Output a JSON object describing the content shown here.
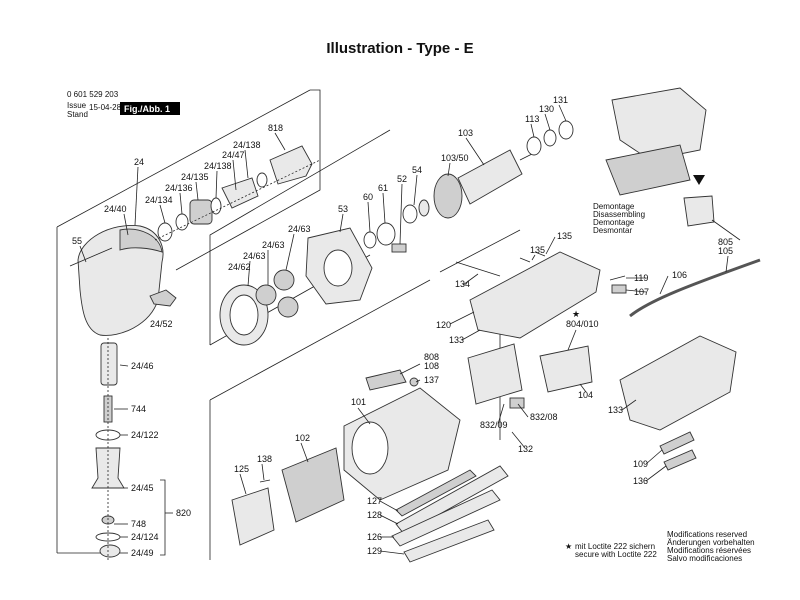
{
  "title": "Illustration - Type - E",
  "header": {
    "part_number": "0 601 529 203",
    "issue_label": "Issue",
    "stand_label": "Stand",
    "date": "15-04-28",
    "fig_label": "Fig./Abb. 1"
  },
  "demontage": [
    "Demontage",
    "Disassembling",
    "Demontage",
    "Desmontar"
  ],
  "footnote": [
    "mit Loctite 222 sichern",
    "secure with Loctite 222"
  ],
  "modifications": [
    "Modifications reserved",
    "Änderungen vorbehalten",
    "Modifications réservées",
    "Salvo modificaciones"
  ],
  "labels": {
    "p818": "818",
    "p24_138a": "24/138",
    "p24_47": "24/47",
    "p24_138b": "24/138",
    "p24_135": "24/135",
    "p24_136": "24/136",
    "p24_134": "24/134",
    "p24": "24",
    "p24_40": "24/40",
    "p55": "55",
    "p24_52": "24/52",
    "p24_46": "24/46",
    "p744": "744",
    "p24_122": "24/122",
    "p24_45": "24/45",
    "p748": "748",
    "p24_124": "24/124",
    "p24_49": "24/49",
    "p820": "820",
    "p53": "53",
    "p24_63a": "24/63",
    "p24_63b": "24/63",
    "p24_63c": "24/63",
    "p24_62": "24/62",
    "p60": "60",
    "p61": "61",
    "p52": "52",
    "p54": "54",
    "p103": "103",
    "p103_50": "103/50",
    "p113": "113",
    "p130": "130",
    "p131": "131",
    "p135a": "135",
    "p135b": "135",
    "p134": "134",
    "p120": "120",
    "p133a": "133",
    "p119": "119",
    "p107": "107",
    "p106": "106",
    "p805": "805",
    "p105": "105",
    "p804_010": "804/010",
    "p104": "104",
    "p133b": "133",
    "p109": "109",
    "p136": "136",
    "p808": "808",
    "p108": "108",
    "p137": "137",
    "p101": "101",
    "p832_08": "832/08",
    "p832_09": "832/09",
    "p132": "132",
    "p102": "102",
    "p138": "138",
    "p125": "125",
    "p127": "127",
    "p128": "128",
    "p126": "126",
    "p129": "129"
  }
}
